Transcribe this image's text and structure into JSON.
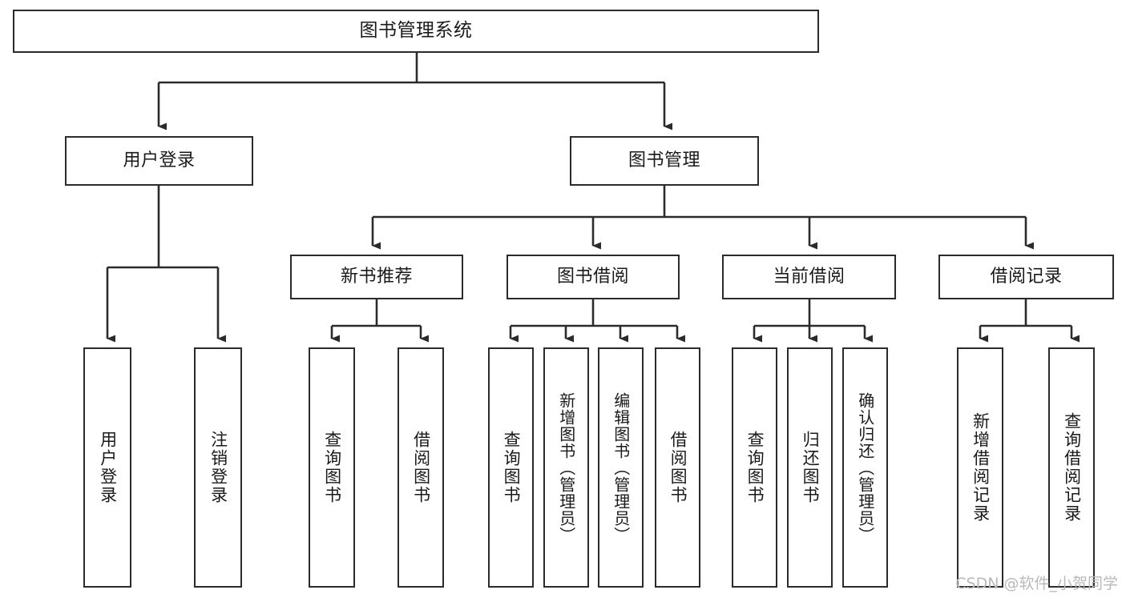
{
  "diagram": {
    "title": "图书管理系统",
    "type": "功能结构图",
    "watermark": "CSDN @软件_小贺同学",
    "colors": {
      "box_border": "#2b2b2b",
      "box_fill": "#ffffff",
      "line": "#2b2b2b",
      "text": "#1a1a1a",
      "watermark": "#b9b9b9",
      "background": "#ffffff"
    },
    "nodes": {
      "root": {
        "label": "图书管理系统"
      },
      "level2": [
        {
          "id": "user-login",
          "label": "用户登录"
        },
        {
          "id": "book-manage",
          "label": "图书管理"
        }
      ],
      "level3": [
        {
          "id": "new-book-recommend",
          "label": "新书推荐"
        },
        {
          "id": "book-borrow",
          "label": "图书借阅"
        },
        {
          "id": "current-borrow",
          "label": "当前借阅"
        },
        {
          "id": "borrow-record",
          "label": "借阅记录"
        }
      ],
      "leaves": {
        "user-login": [
          {
            "id": "leaf-user-login",
            "label": "用户登录"
          },
          {
            "id": "leaf-logout-login",
            "label": "注销登录"
          }
        ],
        "new-book-recommend": [
          {
            "id": "leaf-query-book-1",
            "label": "查询图书"
          },
          {
            "id": "leaf-borrow-book-1",
            "label": "借阅图书"
          }
        ],
        "book-borrow": [
          {
            "id": "leaf-query-book-2",
            "label": "查询图书"
          },
          {
            "id": "leaf-add-book",
            "label": "新增图书（管理员）"
          },
          {
            "id": "leaf-edit-book",
            "label": "编辑图书（管理员）"
          },
          {
            "id": "leaf-borrow-book-2",
            "label": "借阅图书"
          }
        ],
        "current-borrow": [
          {
            "id": "leaf-query-book-3",
            "label": "查询图书"
          },
          {
            "id": "leaf-return-book",
            "label": "归还图书"
          },
          {
            "id": "leaf-confirm-return",
            "label": "确认归还（管理员）"
          }
        ],
        "borrow-record": [
          {
            "id": "leaf-add-record",
            "label": "新增借阅记录"
          },
          {
            "id": "leaf-query-record",
            "label": "查询借阅记录"
          }
        ]
      }
    }
  }
}
